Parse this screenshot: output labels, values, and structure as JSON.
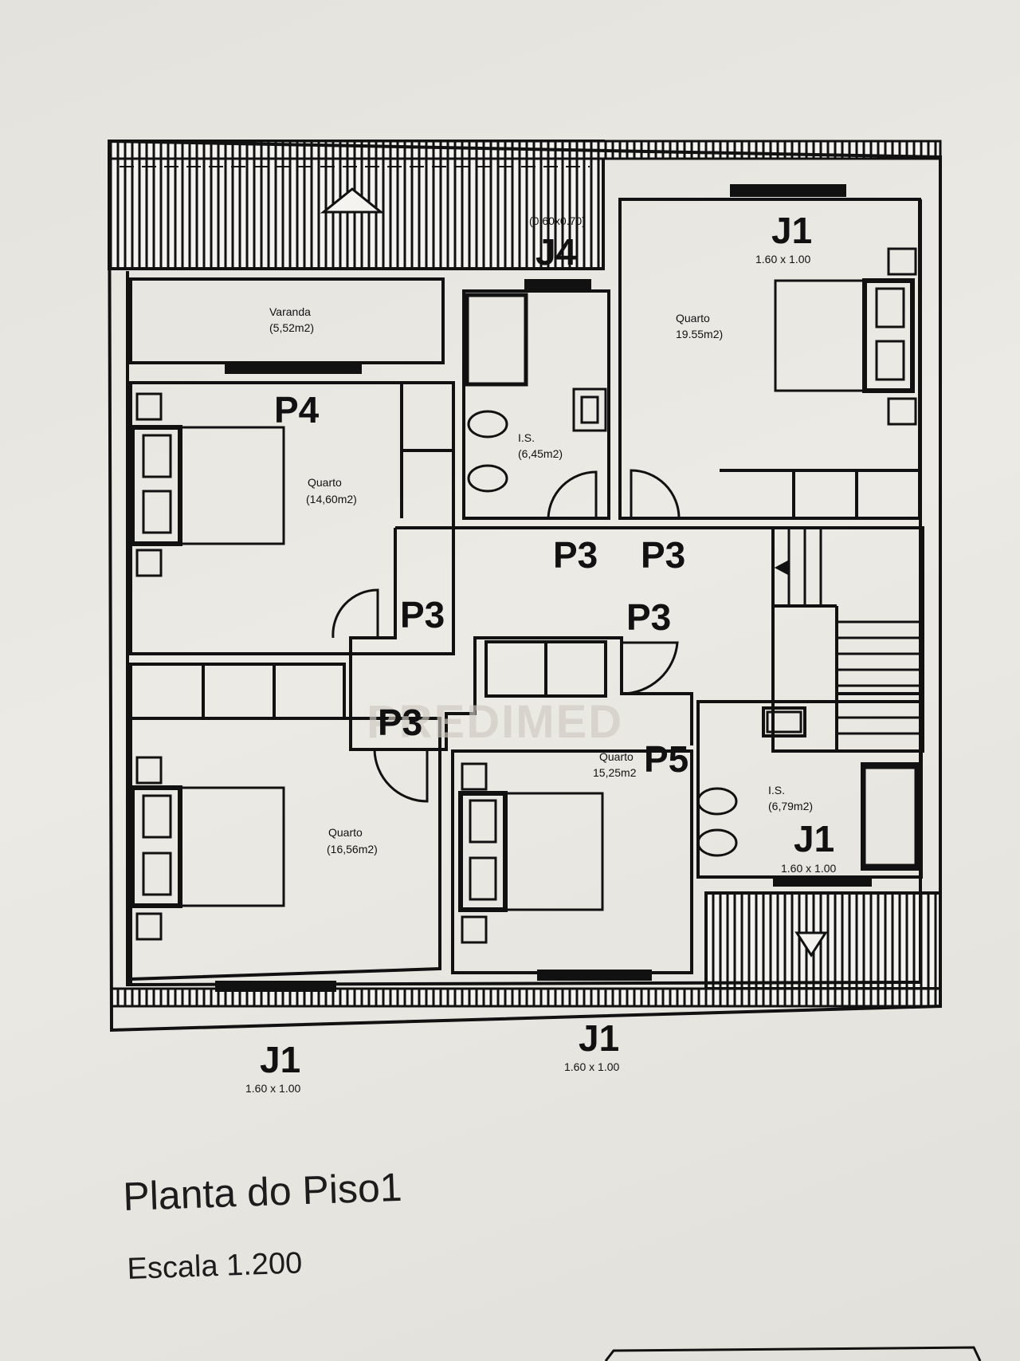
{
  "plan": {
    "title": "Planta do Piso1",
    "scale": "Escala 1.200",
    "watermark": "PREDIMED",
    "rooms": [
      {
        "name": "Varanda",
        "area": "(5,52m2)"
      },
      {
        "name": "I.S.",
        "area": "(6,45m2)"
      },
      {
        "name": "Quarto",
        "area": "19.55m2)"
      },
      {
        "name": "Quarto",
        "area": "(14,60m2)"
      },
      {
        "name": "Quarto",
        "area": "(16,56m2)"
      },
      {
        "name": "Quarto",
        "area": "15,25m2"
      },
      {
        "name": "I.S.",
        "area": "(6,79m2)"
      }
    ],
    "openings": {
      "j1": "J1",
      "j1_dim": "1.60 x 1.00",
      "j4": "J4",
      "j4_dim": "(0.60x0.70)",
      "p3": "P3",
      "p4": "P4",
      "p5": "P5"
    }
  }
}
